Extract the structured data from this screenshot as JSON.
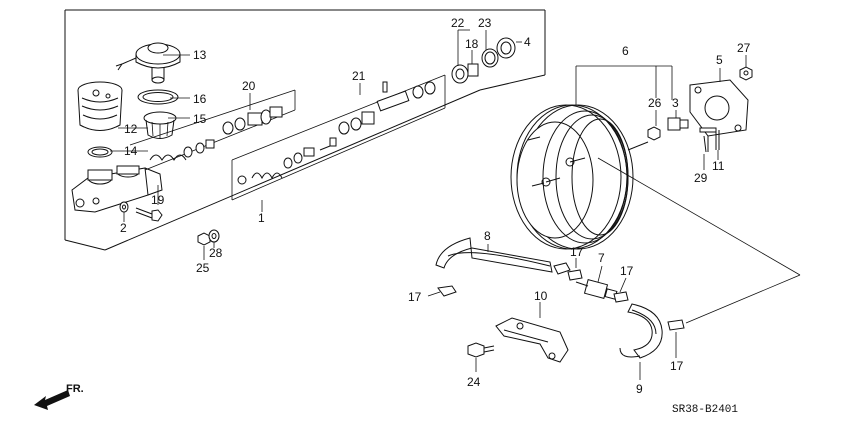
{
  "diagram_code": "SR38-B2401",
  "front_label": "FR.",
  "callouts": {
    "c1": "1",
    "c2": "2",
    "c3": "3",
    "c4": "4",
    "c5": "5",
    "c6": "6",
    "c7": "7",
    "c8": "8",
    "c9": "9",
    "c10": "10",
    "c11": "11",
    "c12": "12",
    "c13": "13",
    "c14": "14",
    "c15": "15",
    "c16": "16",
    "c17a": "17",
    "c17b": "17",
    "c17c": "17",
    "c17d": "17",
    "c18": "18",
    "c19": "19",
    "c20": "20",
    "c21": "21",
    "c22": "22",
    "c23": "23",
    "c24": "24",
    "c25": "25",
    "c26": "26",
    "c27": "27",
    "c28": "28",
    "c29": "29"
  }
}
